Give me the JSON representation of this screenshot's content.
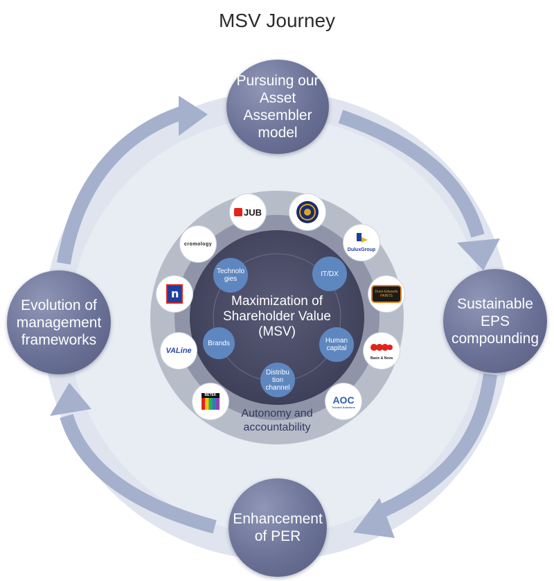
{
  "title": "MSV Journey",
  "cycle": {
    "top": "Pursuing our\nAsset Assembler\nmodel",
    "right": "Sustainable\nEPS\ncompounding",
    "bottom": "Enhancement\nof PER",
    "left": "Evolution of\nmanagement\nframeworks"
  },
  "core": {
    "label": "Maximization of\nShareholder Value\n(MSV)",
    "pillars": {
      "technologies": "Technolo\ngies",
      "itdx": "IT/DX",
      "brands": "Brands",
      "human_capital": "Human\ncapital",
      "distribution": "Distribu\ntion\nchannel"
    },
    "outer_label": "Autonomy and\naccountability"
  },
  "logos": {
    "jub": "JUB",
    "duluxgroup": "DuluxGroup",
    "dunnedwards": "Dunn-Edwards PAINTS",
    "basic_nova": "Basic & Nova",
    "aoc": "AOC",
    "aoc_sub": "Trusted Solutions",
    "betek": "BETEK",
    "valinea": "VALine",
    "cromology": "cromology"
  },
  "colors": {
    "node": "#6a7196",
    "ring_outer": "#dfe4ee",
    "arrow": "#a5b0cc",
    "pill": "#5e87c0",
    "core": "#4a4c66"
  }
}
